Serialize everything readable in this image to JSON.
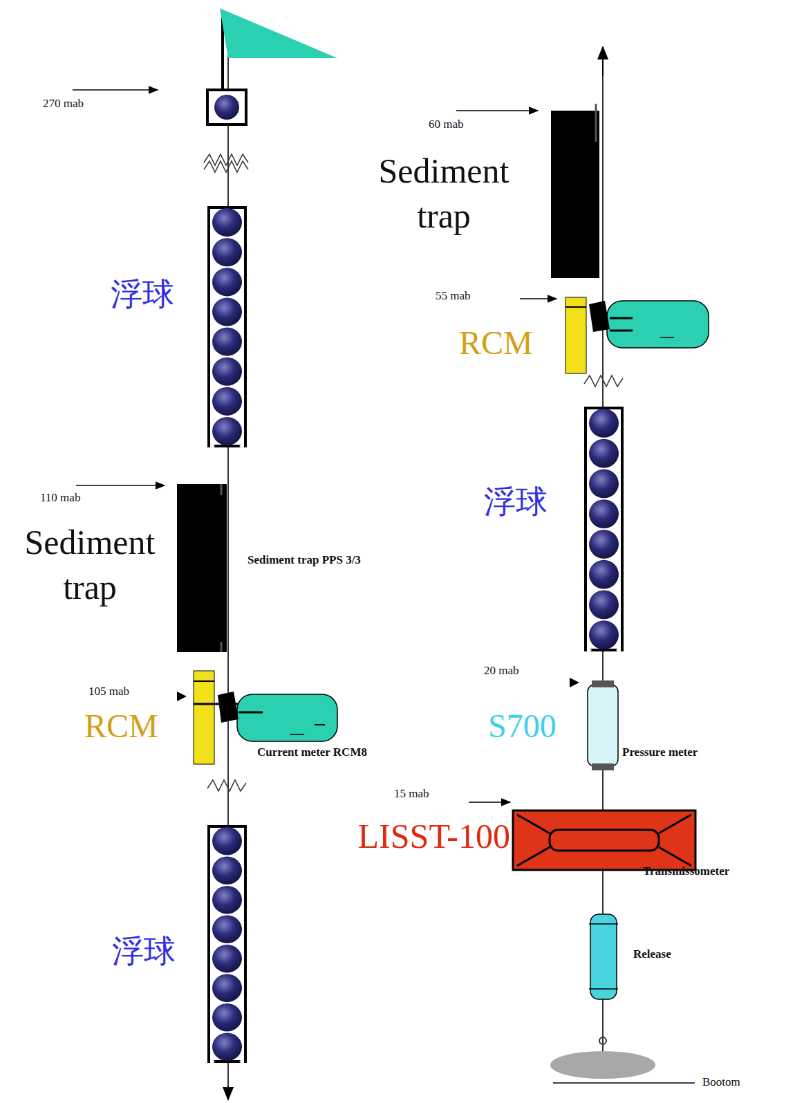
{
  "diagram": {
    "labels": [
      "270 mab",
      "浮球",
      "110 mab",
      "Sediment trap",
      "Sediment trap PPS 3/3",
      "105 mab",
      "RCM",
      "Current meter RCM8",
      "浮球",
      "60 mab",
      "Sediment trap",
      "55 mab",
      "RCM",
      "浮球",
      "20 mab",
      "S700",
      "Pressure meter",
      "15 mab",
      "LISST-100",
      "Transmissometer",
      "Release",
      "Bootom"
    ]
  }
}
